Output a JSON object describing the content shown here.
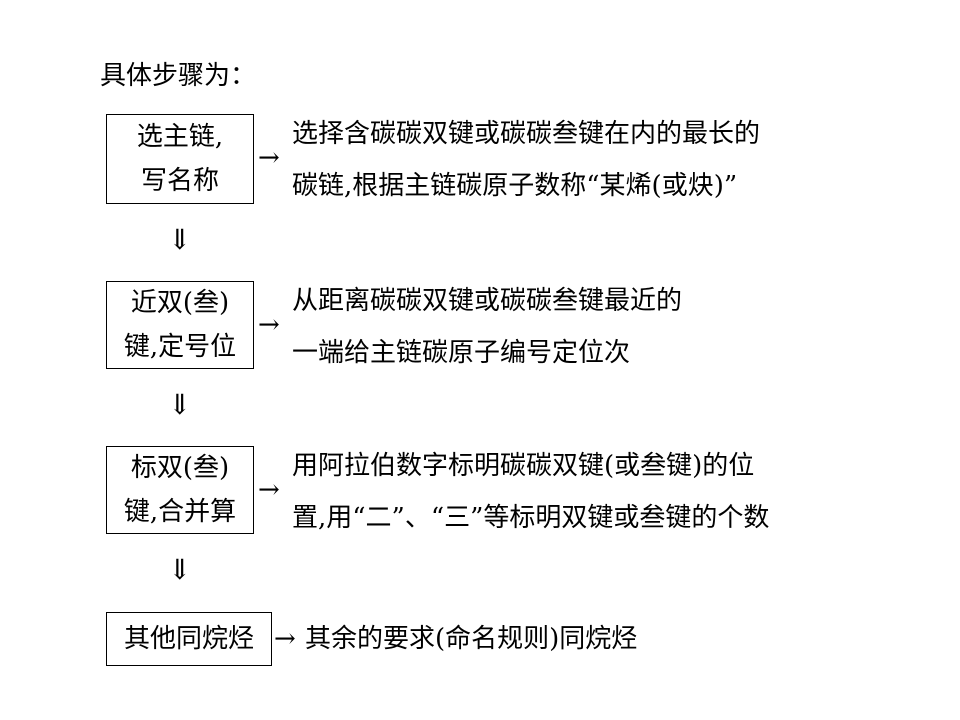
{
  "heading": "具体步骤为：",
  "steps": [
    {
      "box_lines": [
        "选主链,",
        "写名称"
      ],
      "arrow": "→",
      "desc_lines": [
        "选择含碳碳双键或碳碳叁键在内的最长的",
        "碳链,根据主链碳原子数称“某烯(或炔)”"
      ]
    },
    {
      "box_lines": [
        "近双(叁)",
        "键,定号位"
      ],
      "arrow": "→",
      "desc_lines": [
        "从距离碳碳双键或碳碳叁键最近的",
        "一端给主链碳原子编号定位次"
      ]
    },
    {
      "box_lines": [
        "标双(叁)",
        "键,合并算"
      ],
      "arrow": "→",
      "desc_lines": [
        "用阿拉伯数字标明碳碳双键(或叁键)的位",
        "置,用“二”、“三”等标明双键或叁键的个数"
      ]
    },
    {
      "box_lines": [
        "其他同烷烃"
      ],
      "arrow": "→",
      "desc_lines": [
        "其余的要求(命名规则)同烷烃"
      ]
    }
  ],
  "down_arrow": "⇓"
}
